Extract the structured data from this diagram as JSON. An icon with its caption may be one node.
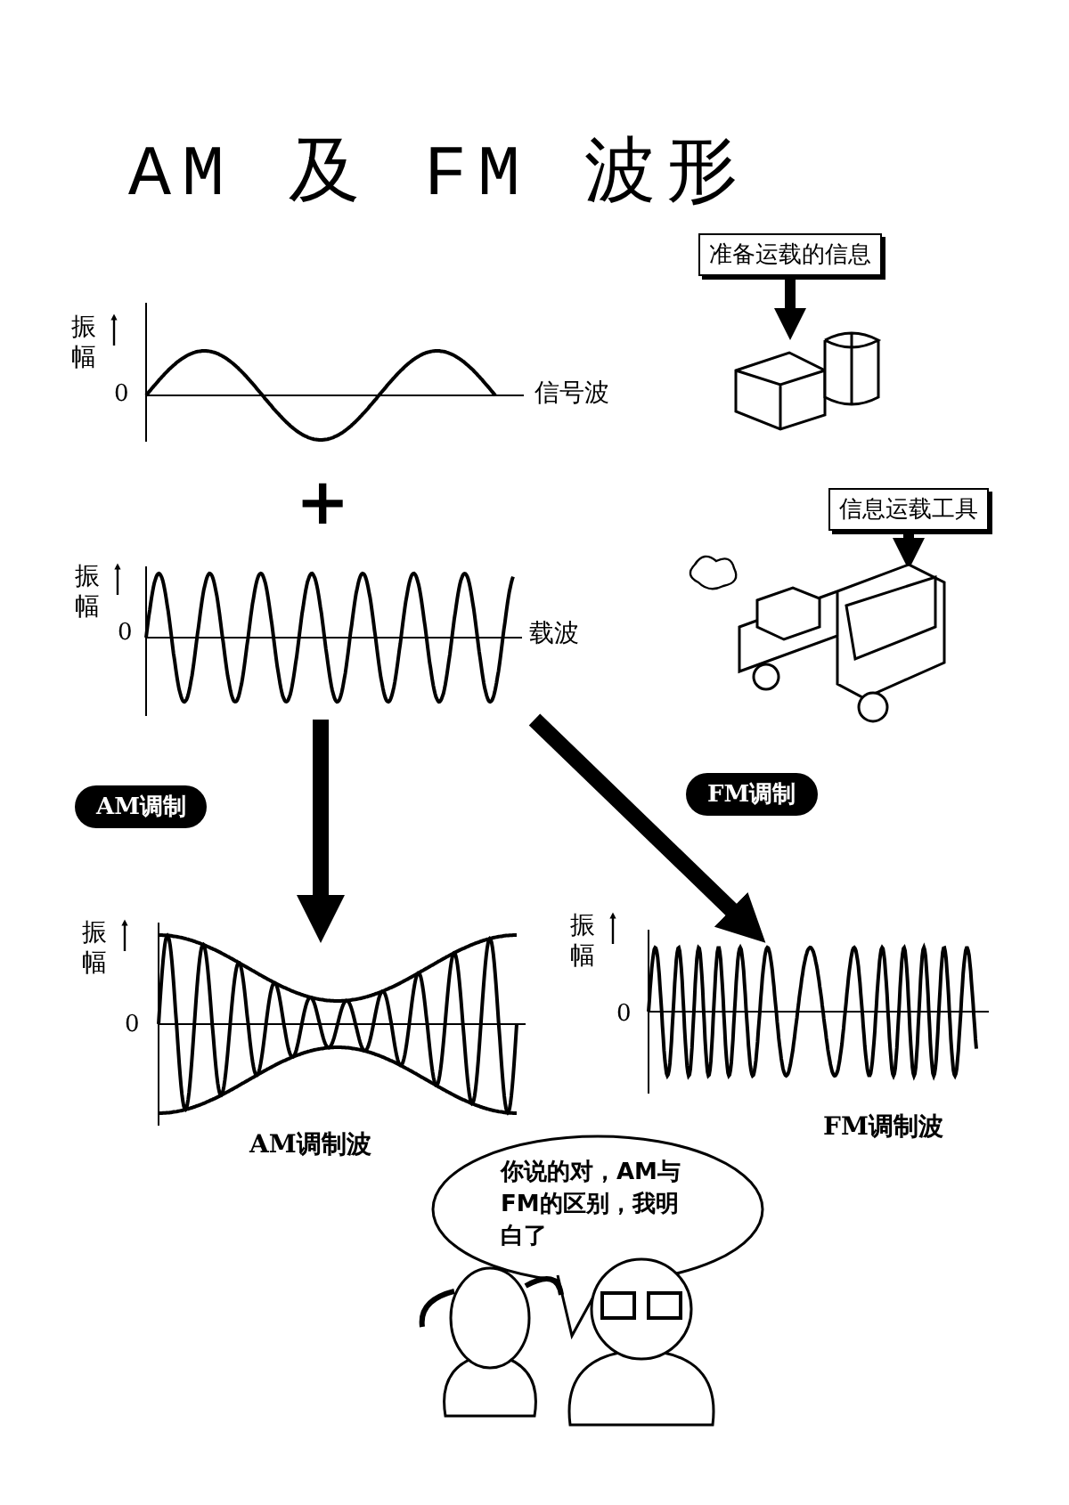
{
  "diagram": {
    "title": "AM 及 FM 波形",
    "nodes": [
      {
        "text": [
          "准备运载的信息"
        ]
      },
      {
        "text": [],
        "shape": "picture"
      },
      {
        "text": [
          "信息运载工具"
        ]
      },
      {
        "text": [],
        "shape": "picture"
      },
      {
        "text": [],
        "shape": "picture",
        "beside": [
          "信号波"
        ]
      },
      {
        "text": [],
        "shape": "picture",
        "beside": [
          "载波"
        ]
      },
      {
        "text": [
          "AM调制"
        ]
      },
      {
        "text": [
          "FM调制"
        ]
      },
      {
        "text": [],
        "shape": "picture",
        "beside": [
          "AM调制波"
        ]
      },
      {
        "text": [],
        "shape": "picture",
        "beside": [
          "FM调制波"
        ]
      },
      {
        "text": [
          "你说的对，AM与FM的区别，我明白了"
        ]
      }
    ],
    "edges": [
      {
        "from": 0,
        "to": 1,
        "arrow": "to"
      },
      {
        "from": 2,
        "to": 3,
        "arrow": "to"
      },
      {
        "from": 5,
        "to": 8,
        "arrow": "to"
      },
      {
        "from": 5,
        "to": 9,
        "arrow": "to"
      }
    ],
    "labels": [
      "振幅",
      "0",
      "+",
      "振幅",
      "0",
      "振幅",
      "0",
      "振幅",
      "0"
    ]
  }
}
